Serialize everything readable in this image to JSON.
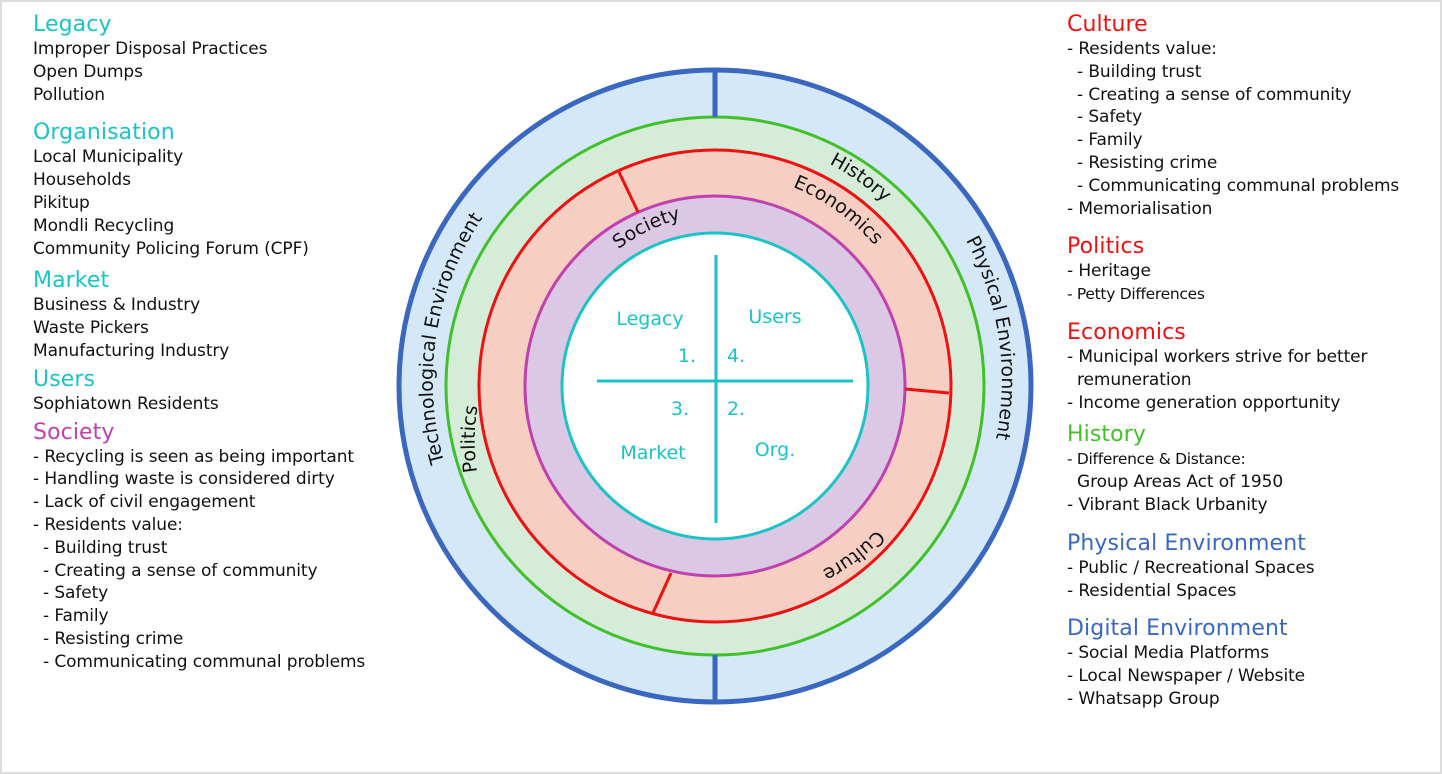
{
  "colors": {
    "teal": "#1cc3c6",
    "magenta": "#c040b0",
    "red": "#ee1111",
    "green": "#42c02a",
    "blue": "#3a68c0",
    "ring_blue_fill": "#d4e8f8",
    "ring_green_fill": "#d4ecd8",
    "ring_red_fill": "#f7cfc2",
    "ring_purple_fill": "#dac8e4"
  },
  "left_panel": {
    "legacy": {
      "title": "Legacy",
      "items": [
        "Improper Disposal Practices",
        "Open Dumps",
        "Pollution"
      ]
    },
    "organisation": {
      "title": "Organisation",
      "items": [
        "Local Municipality",
        "Households",
        "Pikitup",
        "Mondli Recycling",
        "Community Policing Forum (CPF)"
      ]
    },
    "market": {
      "title": "Market",
      "items": [
        "Business & Industry",
        "Waste Pickers",
        "Manufacturing Industry"
      ]
    },
    "users": {
      "title": "Users",
      "items": [
        "Sophiatown Residents"
      ]
    },
    "society": {
      "title": "Society",
      "items": [
        "- Recycling is seen as being important",
        "- Handling waste is considered dirty",
        "- Lack of civil engagement",
        "- Residents value:"
      ],
      "sub_items": [
        "- Building trust",
        "- Creating a sense of community",
        "- Safety",
        "- Family",
        "- Resisting crime",
        "- Communicating communal problems"
      ]
    }
  },
  "right_panel": {
    "culture": {
      "title": "Culture",
      "intro": "- Residents value:",
      "sub_items": [
        "- Building trust",
        "- Creating a sense of community",
        "- Safety",
        "- Family",
        "- Resisting crime",
        "- Communicating communal problems"
      ],
      "outro": "- Memorialisation"
    },
    "politics": {
      "title": "Politics",
      "items": [
        "- Heritage",
        "- Petty Differences"
      ]
    },
    "economics": {
      "title": "Economics",
      "items": [
        "- Municipal workers strive for better",
        "remuneration",
        "- Income generation opportunity"
      ]
    },
    "history": {
      "title": "History",
      "items": [
        "- Difference & Distance:",
        "Group Areas Act of 1950",
        "- Vibrant Black Urbanity"
      ]
    },
    "physical_environment": {
      "title": "Physical Environment",
      "items": [
        "- Public / Recreational Spaces",
        "- Residential Spaces"
      ]
    },
    "digital_environment": {
      "title": "Digital Environment",
      "items": [
        "- Social Media Platforms",
        "- Local Newspaper / Website",
        "- Whatsapp Group"
      ]
    }
  },
  "diagram": {
    "outer_ring": {
      "left_label": "Technological Environment",
      "right_label": "Physical Environment"
    },
    "green_ring": {
      "label": "History"
    },
    "red_ring": {
      "labels": [
        "Economics",
        "Politics",
        "Culture"
      ]
    },
    "purple_ring": {
      "label": "Society"
    },
    "quadrants": [
      {
        "label": "Legacy",
        "number": "1."
      },
      {
        "label": "Users",
        "number": "4."
      },
      {
        "label": "Market",
        "number": "3."
      },
      {
        "label": "Org.",
        "number": "2."
      }
    ]
  }
}
